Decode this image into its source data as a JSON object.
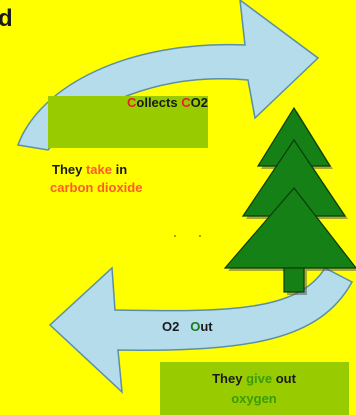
{
  "corner_text": "d",
  "top_arrow": {
    "label_parts": [
      {
        "text": "C",
        "color": "#e8202a"
      },
      {
        "text": "ollects ",
        "color": "#1a1a1a"
      },
      {
        "text": "C",
        "color": "#e8202a"
      },
      {
        "text": "O2",
        "color": "#1a1a1a"
      }
    ],
    "box_color": "#99cc00"
  },
  "take_in_text": {
    "line1_parts": [
      {
        "text": "They ",
        "color": "#1a1a1a"
      },
      {
        "text": "take",
        "color": "#ff5a2a"
      },
      {
        "text": " in",
        "color": "#1a1a1a"
      }
    ],
    "line2": "carbon dioxide",
    "line2_color": "#ff5a2a"
  },
  "bottom_arrow": {
    "label_parts": [
      {
        "text": "O",
        "color": "#1a1a1a"
      },
      {
        "text": "2   ",
        "color": "#1a1a1a"
      },
      {
        "text": "O",
        "color": "#1a7a1a"
      },
      {
        "text": "ut",
        "color": "#1a1a1a"
      }
    ]
  },
  "give_out_box": {
    "line1_parts": [
      {
        "text": "They ",
        "color": "#1a1a1a"
      },
      {
        "text": "give",
        "color": "#3a9a0a"
      },
      {
        "text": " out",
        "color": "#1a1a1a"
      }
    ],
    "line2": "oxygen",
    "line2_color": "#3a9a0a",
    "box_color": "#99cc00"
  },
  "colors": {
    "background": "#ffff00",
    "arrow_fill": "#b4dceb",
    "arrow_stroke": "#5a8fa6",
    "tree_fill": "#158015",
    "tree_stroke": "#0a3d0a"
  }
}
